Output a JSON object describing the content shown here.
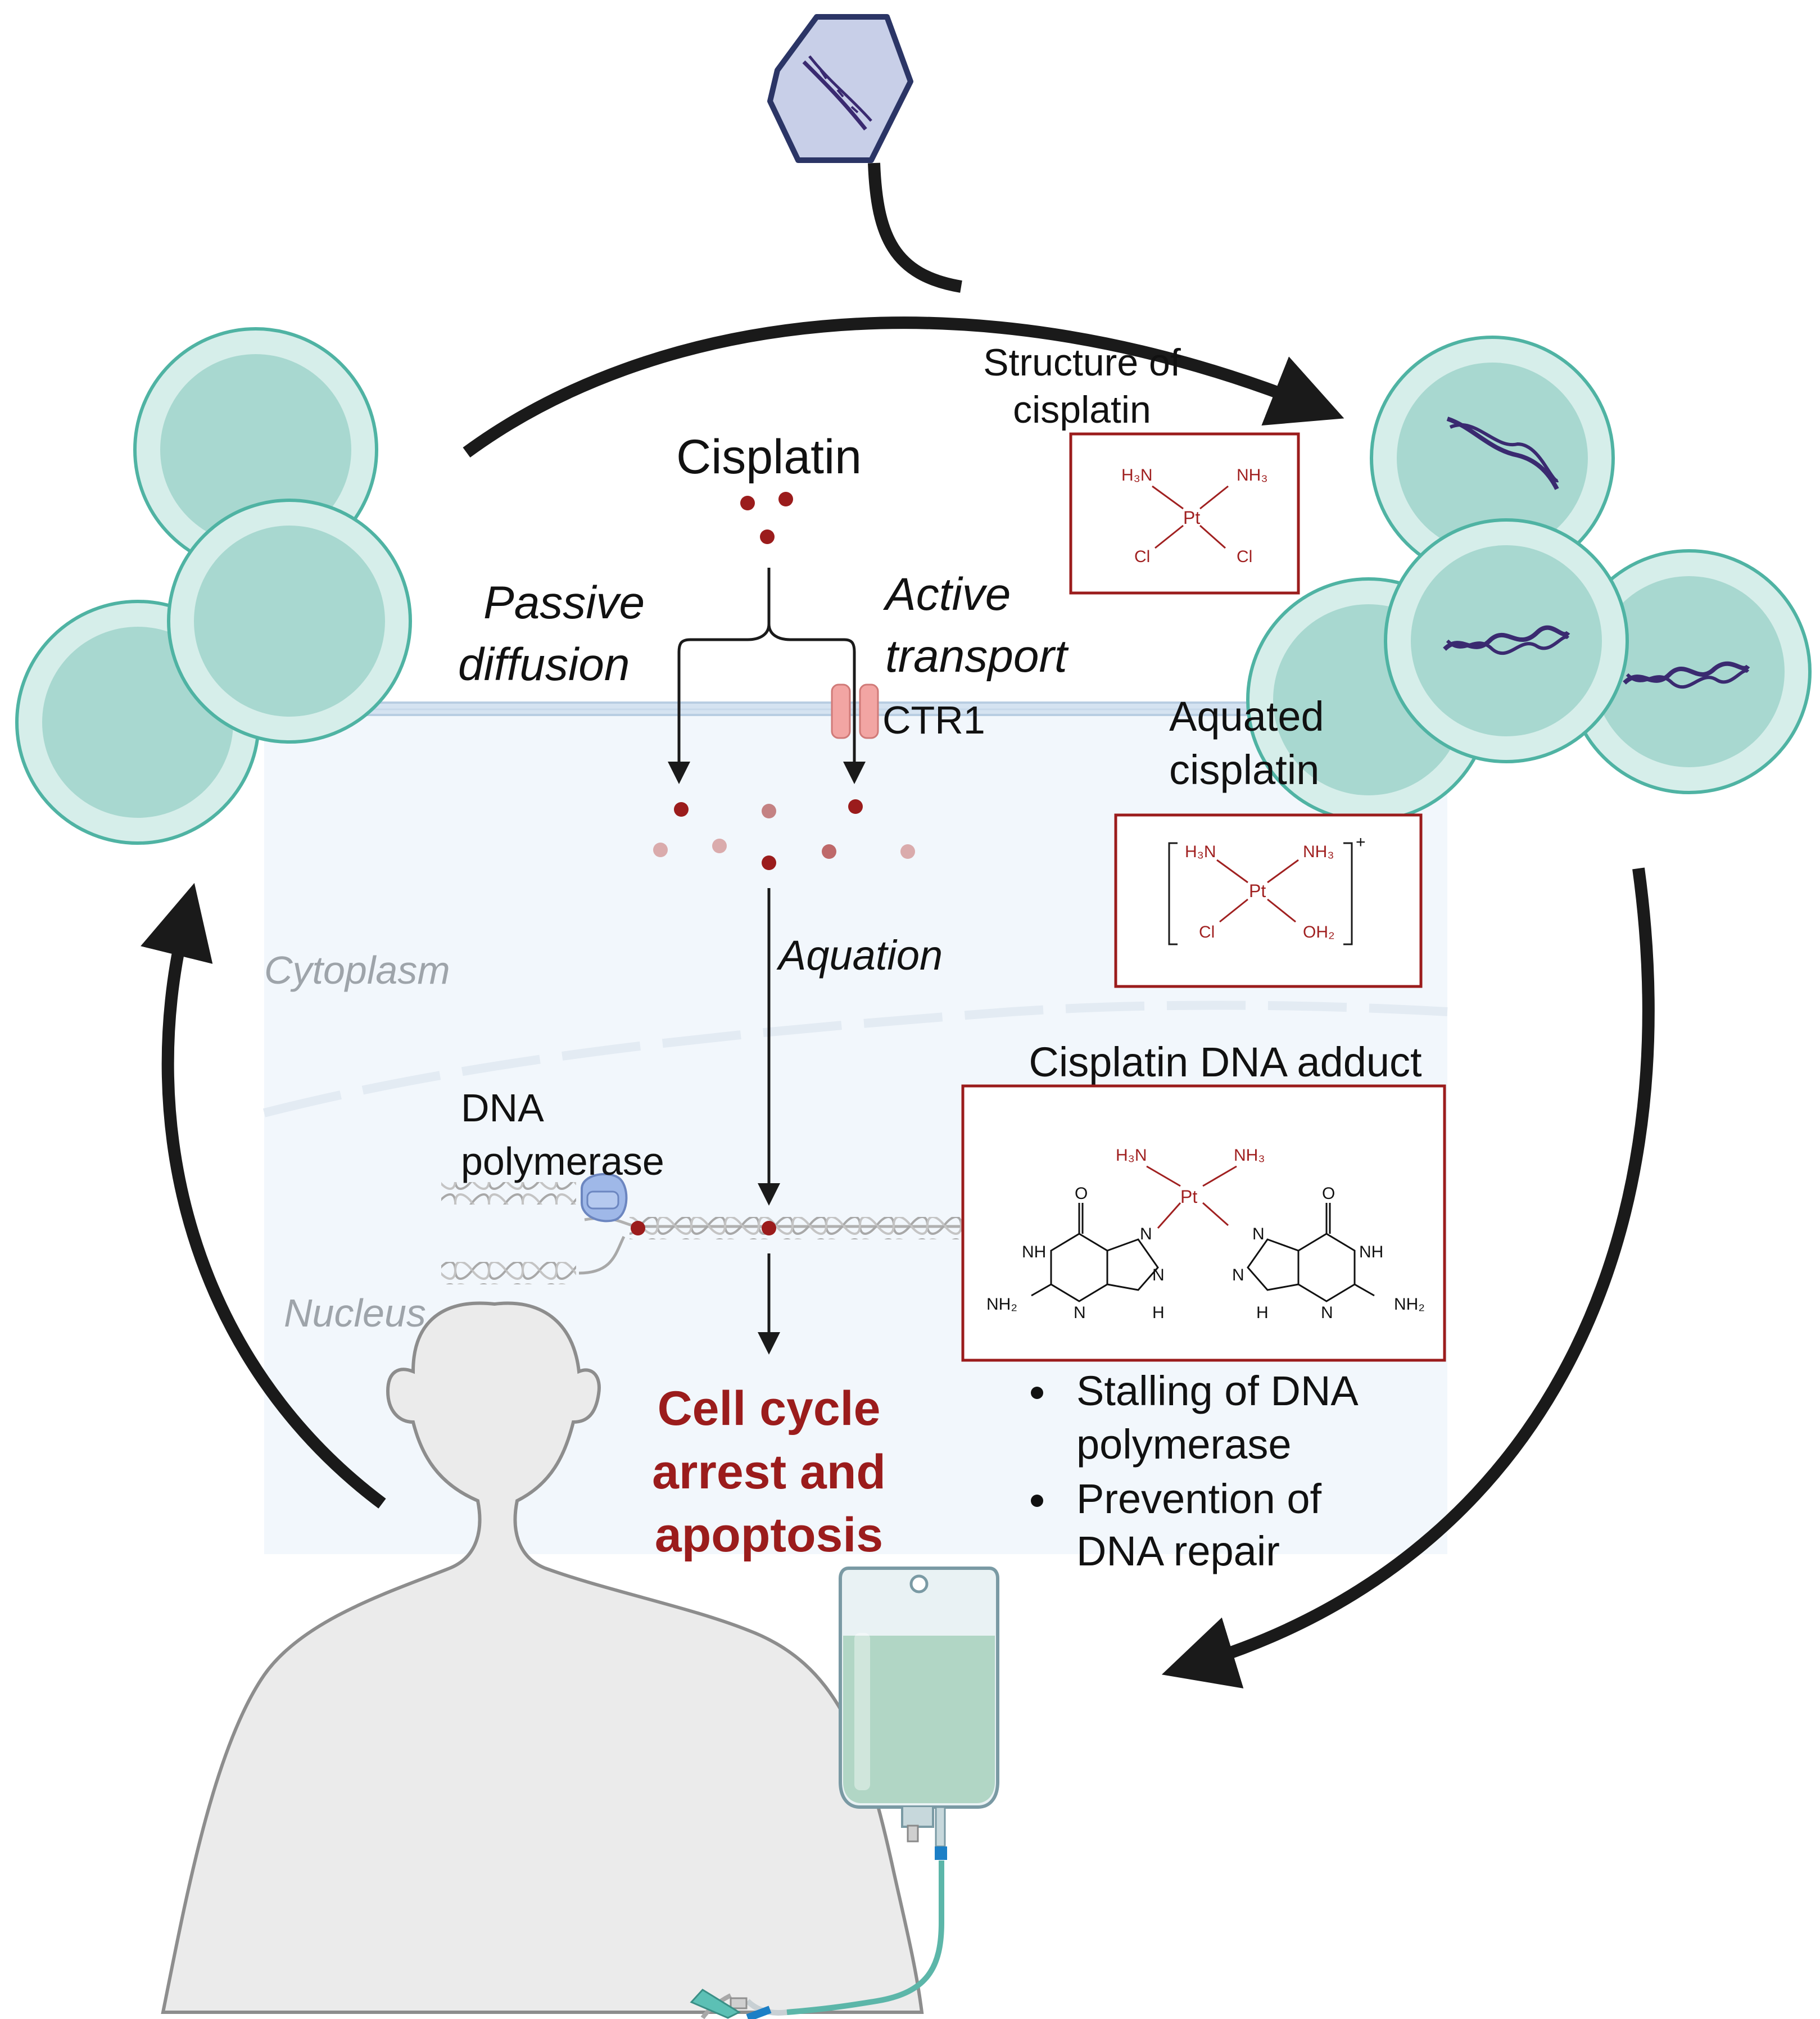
{
  "labels": {
    "cisplatin": "Cisplatin",
    "passive_1": "Passive",
    "passive_2": "diffusion",
    "active_1": "Active",
    "active_2": "transport",
    "ctr1": "CTR1",
    "aquation": "Aquation",
    "cytoplasm": "Cytoplasm",
    "nucleus": "Nucleus",
    "dna_polymerase_1": "DNA",
    "dna_polymerase_2": "polymerase",
    "outcome_1": "Cell cycle",
    "outcome_2": "arrest and",
    "outcome_3": "apoptosis"
  },
  "structure_box": {
    "title_1": "Structure of",
    "title_2": "cisplatin",
    "nh3_left": "H₃N",
    "nh3_right": "NH₃",
    "pt": "Pt",
    "cl_left": "Cl",
    "cl_right": "Cl"
  },
  "aquated_box": {
    "title_1": "Aquated",
    "title_2": "cisplatin",
    "nh3_left": "H₃N",
    "nh3_right": "NH₃",
    "pt": "Pt",
    "cl": "Cl",
    "oh2": "OH₂",
    "charge": "+"
  },
  "adduct_box": {
    "title": "Cisplatin DNA adduct",
    "nh3_left": "H₃N",
    "nh3_right": "NH₃",
    "pt": "Pt",
    "o": "O",
    "nh": "NH",
    "n": "N",
    "h": "H",
    "nh2": "NH₂"
  },
  "effects": [
    "Stalling of DNA",
    "polymerase",
    "Prevention of",
    "DNA repair"
  ],
  "colors": {
    "cell_fill": "#a8d8d0",
    "cell_ring": "#d6eeea",
    "cell_stroke": "#4fb3a3",
    "drug_red": "#9b1c1c",
    "membrane": "#c9d9ea",
    "cytoplasm_bg": "#f2f7fc",
    "virus_fill": "#c8cfe8",
    "virus_stroke": "#2b3566",
    "body_fill": "#ebebeb",
    "body_stroke": "#8d8d8d",
    "iv_fluid": "#a7d1bc"
  },
  "icons": [
    "virus-dna-icon",
    "cancer-cell-icon",
    "ion-channel-icon",
    "dna-helix-icon",
    "polymerase-icon",
    "human-body-icon",
    "iv-bag-icon"
  ]
}
